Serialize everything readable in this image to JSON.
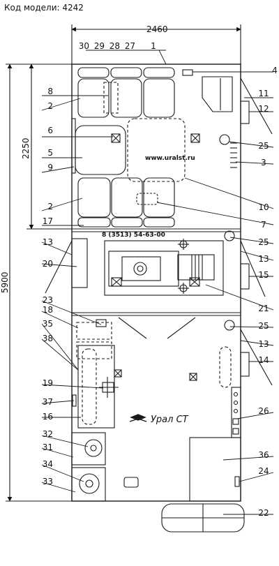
{
  "header": {
    "model_label": "Код модели: 4242"
  },
  "dimensions": {
    "width": "2460",
    "length": "5900",
    "section": "2250"
  },
  "watermark": {
    "site": "www.uralst.ru",
    "phone": "8 (3513) 54-63-00"
  },
  "brand": {
    "name": "Урал СТ"
  },
  "callouts": [
    "1",
    "2",
    "3",
    "4",
    "5",
    "6",
    "7",
    "8",
    "9",
    "10",
    "11",
    "12",
    "13",
    "14",
    "15",
    "16",
    "17",
    "18",
    "19",
    "20",
    "21",
    "22",
    "23",
    "24",
    "25",
    "26",
    "27",
    "28",
    "29",
    "30",
    "31",
    "32",
    "33",
    "34",
    "35",
    "36",
    "37",
    "38"
  ],
  "colors": {
    "line": "#1a1a1a",
    "background": "#ffffff"
  }
}
